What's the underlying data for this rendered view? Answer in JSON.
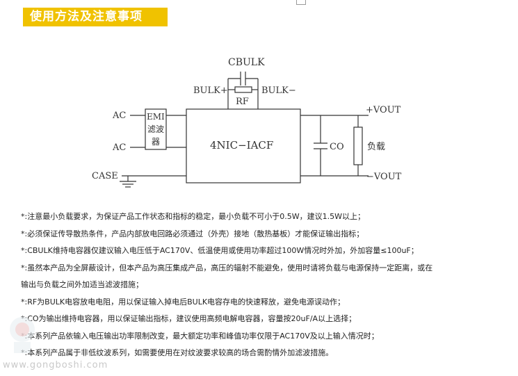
{
  "section": {
    "title": "使用方法及注意事项"
  },
  "diagram": {
    "cbulk": "CBULK",
    "bulk_plus": "BULK+",
    "bulk_minus": "BULK−",
    "rf": "RF",
    "ac1": "AC",
    "ac2": "AC",
    "emi_line1": "EMI",
    "emi_line2": "滤波",
    "emi_line3": "器",
    "module": "4NIC−IACF",
    "case": "CASE",
    "co": "CO",
    "vout_plus": "+VOUT",
    "vout_minus": "−VOUT",
    "load": "负载"
  },
  "notes": [
    "*:注意最小负载要求，为保证产品工作状态和指标的稳定，最小负载不可小于0.5W，建议1.5W以上；",
    "*:必须保证传导散热条件，产品内部放电回路必须通过（外壳）接地（散热基板）才能保证输出指标；",
    "*:CBULK维持电容器仅建议输入电压低于AC170V、低温使用或使用功率超过100W情况时外加，外加容量≤100uF；",
    "*:虽然本产品为全屏蔽设计，但本产品为高压集成产品，高压的辐射不能避免，使用时请将负载与电源保持一定距离，或在",
    "输出与负载之间外加适当滤波措施；",
    "*:RF为BULK电容放电电阻，用以保证输入掉电后BULK电容存电的快速释放，避免电源误动作；",
    "*:CO为输出维持电容器，用以保证输出指标，建议使用高频电解电容器，容量按20uF/A以上选择；",
    "*:本系列产品依输入电压输出功率限制改变，最大额定功率和峰值功率仅限于AC170V及以上输入情况时；",
    "*:本系列产品属于非低纹波系列，如需要使用在对纹波要求较高的场合需酌情外加滤波措施。"
  ],
  "watermark": {
    "url": "www.gongboshi.com"
  }
}
